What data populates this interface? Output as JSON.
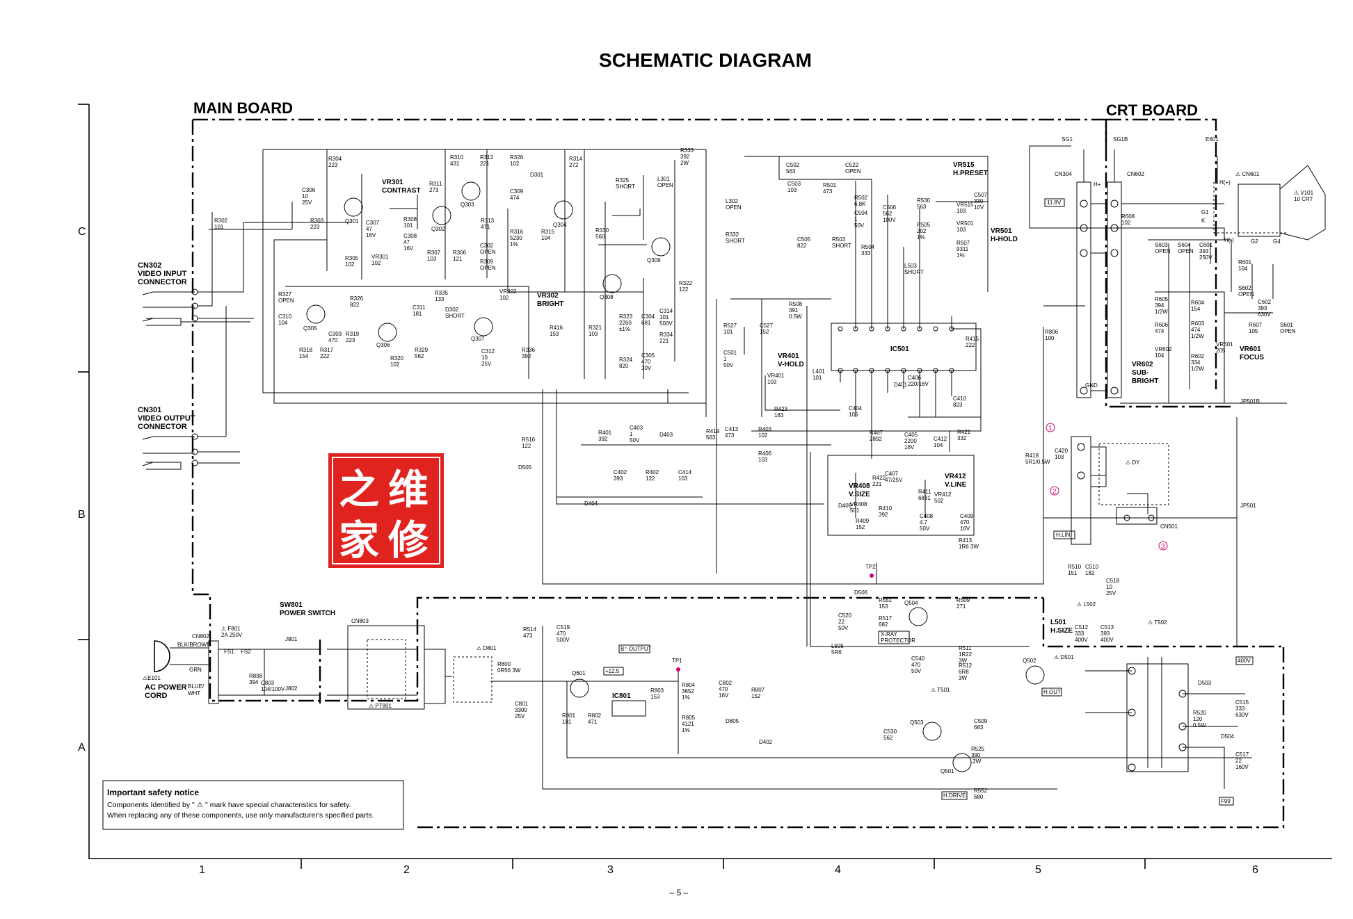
{
  "title": "SCHEMATIC  DIAGRAM",
  "boards": {
    "main": "MAIN  BOARD",
    "crt": "CRT  BOARD"
  },
  "page_number": "– 5 –",
  "grid": {
    "columns": [
      "1",
      "2",
      "3",
      "4",
      "5",
      "6"
    ],
    "rows": [
      "C",
      "B",
      "A"
    ]
  },
  "connectors": {
    "cn302": [
      "CN302",
      "VIDEO INPUT",
      "CONNECTOR"
    ],
    "cn301": [
      "CN301",
      "VIDEO OUTPUT",
      "CONNECTOR"
    ],
    "ac_cord": [
      "⚠E101",
      "AC POWER",
      "CORD"
    ],
    "cn802": "CN802",
    "cn803": "CN803",
    "wire_blk": "BLK/BROWN",
    "wire_grn": "GRN",
    "wire_blue": "BLUE/",
    "wire_wht": "WHT"
  },
  "switch": [
    "SW801",
    "POWER SWITCH"
  ],
  "ics": {
    "ic501": "IC501",
    "ic801": "IC801"
  },
  "controls": {
    "vr301": [
      "VR301",
      "CONTRAST"
    ],
    "vr302": [
      "VR302",
      "BRIGHT"
    ],
    "vr401": [
      "VR401",
      "V-HOLD"
    ],
    "vr515": [
      "VR515",
      "H.PRESET"
    ],
    "vr501": [
      "VR501",
      "H-HOLD"
    ],
    "vr408": [
      "VR408",
      "V.SIZE"
    ],
    "vr412": [
      "VR412",
      "V.LINE"
    ],
    "vr602": [
      "VR602",
      "SUB-",
      "BRIGHT"
    ],
    "vr601": [
      "VR601",
      "FOCUS"
    ],
    "l501": [
      "L501",
      "H.SIZE"
    ]
  },
  "signals": {
    "b_output": "B⁺ OUTPUT",
    "v125": "+12.5",
    "v118": "11.8V",
    "h_lin": "H.LIN",
    "h_out": "H.OUT",
    "h_drive": "H.DRIVE",
    "f99": "F99",
    "v400": "400V",
    "xray": [
      "X-RAY",
      "PROTECTOR"
    ],
    "dy": "⚠ DY",
    "tp1": "TP1",
    "tp2": "TP2",
    "gnd": "GND"
  },
  "markers": [
    "1",
    "2",
    "3"
  ],
  "watermark": [
    "之",
    "维",
    "家",
    "修"
  ],
  "safety": {
    "title": "Important  safety  notice",
    "line1": "Components Identified by \" ⚠ \" mark have special characteristics for safety.",
    "line2": "When replacing any of these components, use only  manufacturer's specified parts."
  },
  "transistors": [
    "Q301",
    "Q302",
    "Q303",
    "Q304",
    "Q305",
    "Q306",
    "Q307",
    "Q308",
    "Q309",
    "Q501",
    "Q502",
    "Q503",
    "Q504",
    "Q601"
  ],
  "labels": {
    "r304": [
      "R304",
      "223"
    ],
    "r310": [
      "R310",
      "431"
    ],
    "r312": [
      "R312",
      "221"
    ],
    "r326": [
      "R326",
      "102"
    ],
    "d301": "D301",
    "r314": [
      "R314",
      "272"
    ],
    "r333": [
      "R333",
      "392",
      "2W"
    ],
    "c306": [
      "C306",
      "10",
      "25V"
    ],
    "r311": [
      "R311",
      "273"
    ],
    "c309": [
      "C309",
      "474"
    ],
    "r325": [
      "R325",
      "SHORT"
    ],
    "l301": [
      "L301",
      "OPEN"
    ],
    "r302": [
      "R302",
      "101"
    ],
    "r303": [
      "R303",
      "223"
    ],
    "c307": [
      "C307",
      "47",
      "16V"
    ],
    "r308": [
      "R308",
      "101"
    ],
    "r313": [
      "R313",
      "471"
    ],
    "r316": [
      "R316",
      "5230",
      "1%"
    ],
    "r315": [
      "R315",
      "104"
    ],
    "r330": [
      "R330",
      "560"
    ],
    "l302": [
      "L302",
      "OPEN"
    ],
    "r332": [
      "R332",
      "SHORT"
    ],
    "c308": [
      "C308",
      "47",
      "16V"
    ],
    "c302": [
      "C302",
      "OPEN"
    ],
    "r305": [
      "R305",
      "102"
    ],
    "vr301v": [
      "VR301",
      "102"
    ],
    "r307": [
      "R307",
      "103"
    ],
    "r306": [
      "R306",
      "121"
    ],
    "r309": [
      "R309",
      "OPEN"
    ],
    "r322": [
      "R322",
      "122"
    ],
    "r327": [
      "R327",
      "OPEN"
    ],
    "r326b": [
      "R326",
      "822"
    ],
    "r335": [
      "R335",
      "133"
    ],
    "vr302v": [
      "VR302",
      "102"
    ],
    "c310": [
      "C310",
      "104"
    ],
    "c303": [
      "C303",
      "470"
    ],
    "r319": [
      "R319",
      "223"
    ],
    "c311": [
      "C311",
      "181"
    ],
    "d302": [
      "D302",
      "SHORT"
    ],
    "r318": [
      "R318",
      "154"
    ],
    "r317": [
      "R317",
      "222"
    ],
    "r329": [
      "R329",
      "562"
    ],
    "r320": [
      "R320",
      "102"
    ],
    "c312": [
      "C312",
      "10",
      "25V"
    ],
    "r336": [
      "R336",
      "392"
    ],
    "r416": [
      "R416",
      "153"
    ],
    "r321": [
      "R321",
      "103"
    ],
    "r323": [
      "R323",
      "2260",
      "±1%"
    ],
    "c304": [
      "C304",
      "681"
    ],
    "c314": [
      "C314",
      "101",
      "500V"
    ],
    "r334": [
      "R334",
      "221"
    ],
    "r324": [
      "R324",
      "820"
    ],
    "c305": [
      "C305",
      "470",
      "10V"
    ],
    "c502": [
      "C502",
      "563"
    ],
    "c522": [
      "C522",
      "OPEN"
    ],
    "c503": [
      "C503",
      "103"
    ],
    "r501": [
      "R501",
      "473"
    ],
    "r502": [
      "R502",
      "6.8K"
    ],
    "c504": [
      "C504",
      "1",
      "50V"
    ],
    "c506": [
      "C506",
      "562",
      "100V"
    ],
    "r530": [
      "R530",
      "563"
    ],
    "vr515v": [
      "VR515",
      "103"
    ],
    "c507": [
      "C507",
      "330",
      "10V"
    ],
    "r505": [
      "R505",
      "202",
      "1%"
    ],
    "vr501v": [
      "VR501",
      "103"
    ],
    "c505": [
      "C505",
      "822"
    ],
    "r503": [
      "R503",
      "SHORT"
    ],
    "r504": [
      "R504",
      "333"
    ],
    "r507": [
      "R507",
      "9311",
      "1%"
    ],
    "l503": [
      "L503",
      "SHORT"
    ],
    "r508": [
      "R508",
      "391",
      "0.5W"
    ],
    "r527": [
      "R527",
      "101"
    ],
    "c527": [
      "C527",
      "152"
    ],
    "r415": [
      "R415",
      "222"
    ],
    "c501": [
      "C501",
      "1",
      "50V"
    ],
    "l401": [
      "L401",
      "101"
    ],
    "vr401v": [
      "VR401",
      "103"
    ],
    "r423": [
      "R423",
      "183"
    ],
    "c404": [
      "C404",
      "105"
    ],
    "c406": [
      "C406",
      "220/16V"
    ],
    "d401": "D401",
    "c410": [
      "C410",
      "823"
    ],
    "r401": [
      "R401",
      "392"
    ],
    "c403": [
      "C403",
      "1",
      "50V"
    ],
    "d403": "D403",
    "r419": [
      "R419",
      "563"
    ],
    "c413": [
      "C413",
      "473"
    ],
    "r403": [
      "R403",
      "102"
    ],
    "r406": [
      "R406",
      "103"
    ],
    "r421": [
      "R421",
      "332"
    ],
    "r407": [
      "R407",
      "2892"
    ],
    "c405": [
      "C405",
      "2200",
      "16V"
    ],
    "c412": [
      "C412",
      "104"
    ],
    "c402": [
      "C402",
      "393"
    ],
    "r402": [
      "R402",
      "122"
    ],
    "c414": [
      "C414",
      "103"
    ],
    "r422": [
      "R422",
      "221"
    ],
    "c407": [
      "C407",
      "47/25V"
    ],
    "r411": [
      "R411",
      "6831"
    ],
    "vr412v": [
      "VR412",
      "502"
    ],
    "vr408v": [
      "VR408",
      "501"
    ],
    "d409": "D409",
    "r410": [
      "R410",
      "392"
    ],
    "r409": [
      "R409",
      "152"
    ],
    "c408": [
      "C408",
      "4.7",
      "50V"
    ],
    "c409": [
      "C409",
      "470",
      "16V"
    ],
    "r413": [
      "R413",
      "1R6 3W"
    ],
    "r516": [
      "R516",
      "122"
    ],
    "d505": "D505",
    "d404": "D404",
    "r806": [
      "R806",
      "100"
    ],
    "r418": [
      "R418",
      "5R1/0.5W"
    ],
    "c420": [
      "C420",
      "103"
    ],
    "d506": "D506",
    "r551": [
      "R551",
      "153"
    ],
    "r509": [
      "R509",
      "271"
    ],
    "c520": [
      "C520",
      "22",
      "50V"
    ],
    "r517": [
      "R517",
      "682"
    ],
    "l505": [
      "L505",
      "5R6"
    ],
    "c540": [
      "C540",
      "470",
      "50V"
    ],
    "r511": [
      "R511",
      "1R22",
      "3W"
    ],
    "r512": [
      "R512",
      "6R8",
      "3W"
    ],
    "t501": "⚠ T501",
    "c509": [
      "C509",
      "683"
    ],
    "c530": [
      "C530",
      "562"
    ],
    "r525": [
      "R525",
      "390",
      ".2W"
    ],
    "r552": [
      "R552",
      "680"
    ],
    "r510": [
      "R510",
      "151"
    ],
    "c510": [
      "C510",
      "182"
    ],
    "c518": [
      "C518",
      "10",
      "25V"
    ],
    "l502": "⚠ L502",
    "c512": [
      "C512",
      "333",
      "400V"
    ],
    "c513": [
      "C513",
      "393",
      "400V"
    ],
    "t502": "⚠ T502",
    "d501": "⚠ D501",
    "d503": "D503",
    "c515": [
      "C515",
      "333",
      "630V"
    ],
    "r520": [
      "R520",
      "120",
      "0.5W"
    ],
    "d504": "D504",
    "c517": [
      "C517",
      "22",
      "160V"
    ],
    "f801": [
      "⚠ F801",
      "2A 250V"
    ],
    "fs1": "FS1",
    "fs2": "FS2",
    "r898": [
      "R898",
      "394"
    ],
    "c803": [
      "C803",
      "104/100V"
    ],
    "j801": "J801",
    "j802": "J802",
    "pt801": "⚠ PT801",
    "d801": "⚠ D801",
    "r800": [
      "R800",
      "0R56 3W"
    ],
    "c801": [
      "C801",
      "3300",
      "25V"
    ],
    "r514": [
      "R514",
      "473"
    ],
    "c519": [
      "C519",
      "470",
      "500V"
    ],
    "r801": [
      "R801",
      "181"
    ],
    "r802": [
      "R802",
      "471"
    ],
    "r803": [
      "R803",
      "153"
    ],
    "r804": [
      "R804",
      "3652",
      "1%"
    ],
    "r805": [
      "R805",
      "4121",
      "1%"
    ],
    "c802": [
      "C802",
      "470",
      "16V"
    ],
    "r807": [
      "R807",
      "152"
    ],
    "d805": "D805",
    "d402": "D402",
    "sg1": "SG1",
    "sg1b": "SG1B",
    "e601": "E601",
    "cn304": "CN304",
    "cn602": "CN602",
    "cn601": "⚠ CN601",
    "v101": [
      "⚠ V101",
      "10 CRT"
    ],
    "r608": [
      "R608",
      "102"
    ],
    "s603": [
      "S603",
      "OPEN"
    ],
    "s604": [
      "S604",
      "OPEN"
    ],
    "c601": [
      "C601",
      "393",
      "250V"
    ],
    "r601": [
      "R601",
      "104"
    ],
    "s602": [
      "S602",
      "OPEN"
    ],
    "c602": [
      "C602",
      "393",
      "630V"
    ],
    "r605": [
      "R605",
      "394",
      "1/2W"
    ],
    "r604": [
      "R604",
      "154"
    ],
    "r606": [
      "R606",
      "474"
    ],
    "r603": [
      "R603",
      "474",
      "1/2W"
    ],
    "r607": [
      "R607",
      "105"
    ],
    "s601": [
      "S601",
      "OPEN"
    ],
    "vr601v": [
      "VR601",
      "205"
    ],
    "vr602v": [
      "VR602",
      "104"
    ],
    "r602": [
      "R602",
      "334",
      "1/2W"
    ],
    "jp501b": "JP501B",
    "jp501": "JP501",
    "cn501": "CN501",
    "hplus": "H(+)",
    "hminus": "H(-)",
    "g1": "G1",
    "g2": "G2",
    "g4": "G4",
    "k": "K",
    "hp": "H+"
  }
}
